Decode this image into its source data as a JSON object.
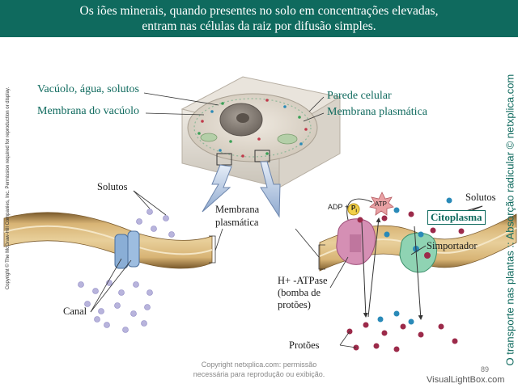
{
  "header": {
    "line1": "Os iões minerais, quando presentes no solo em concentrações elevadas,",
    "line2": "entram nas células da raiz por difusão simples."
  },
  "labels": {
    "vacuolo": "Vacúolo, água, solutos",
    "membrana_vacuolo": "Membrana do vacúolo",
    "parede": "Parede celular",
    "membrana_plasmatica_top": "Membrana plasmática",
    "solutos_left": "Solutos",
    "membrana_mid_1": "Membrana",
    "membrana_mid_2": "plasmática",
    "canal": "Canal",
    "adp": "ADP +",
    "pi": "P",
    "pi_sub": "i",
    "atp": "ATP",
    "solutos_right": "Solutos",
    "citoplasma": "Citoplasma",
    "simportador": "Simportador",
    "hatpase_1": "H+ -ATPase",
    "hatpase_2": "(bomba de",
    "hatpase_3": "protões)",
    "protoes": "Protões"
  },
  "side": {
    "left": "Copyright © The McGraw-Hill Companies, Inc. Permission required for reproduction or display.",
    "right": "O transporte nas plantas :: Absorção radicular © netxplica.com"
  },
  "footer": {
    "line1": "Copyright netxplica.com: permissão",
    "line2": "necessária para reprodução ou exibição.",
    "page": "89",
    "watermark": "VisualLightBox.com"
  },
  "colors": {
    "banner": "#0f6a5e",
    "membrane": "#c9a15c",
    "solute": "#b8b4dc",
    "proton": "#9c2a4a",
    "blue_ion": "#2a8ab8"
  }
}
